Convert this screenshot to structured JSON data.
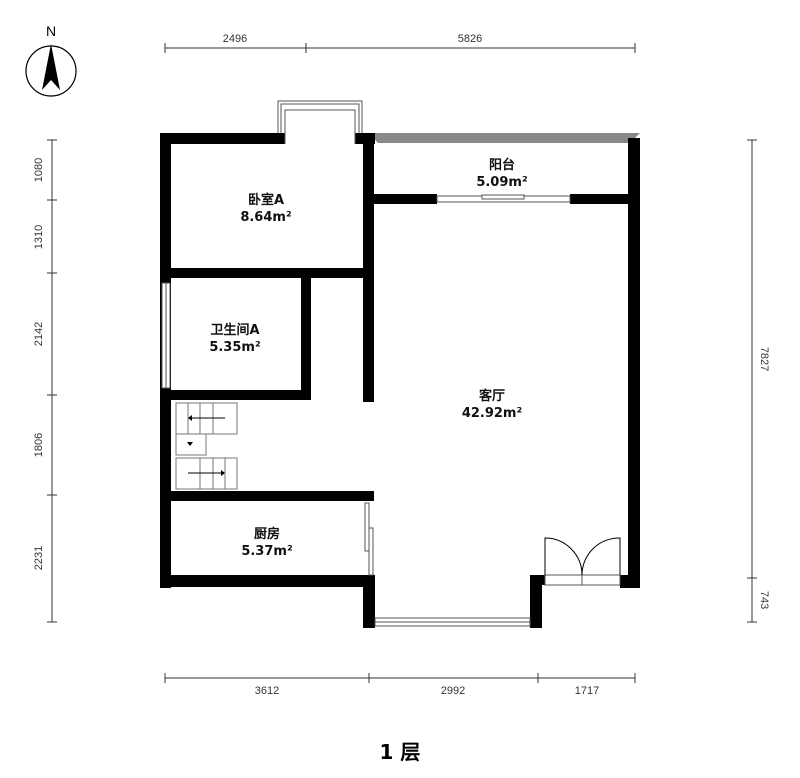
{
  "compass": {
    "label": "N"
  },
  "rooms": [
    {
      "name": "卧室A",
      "area": "8.64m²"
    },
    {
      "name": "阳台",
      "area": "5.09m²"
    },
    {
      "name": "卫生间A",
      "area": "5.35m²"
    },
    {
      "name": "客厅",
      "area": "42.92m²"
    },
    {
      "name": "厨房",
      "area": "5.37m²"
    }
  ],
  "dimensions": {
    "top": [
      "2496",
      "5826"
    ],
    "left": [
      "1080",
      "1310",
      "2142",
      "1806",
      "2231"
    ],
    "right": [
      "7827",
      "743"
    ],
    "bottom": [
      "3612",
      "2992",
      "1717"
    ]
  },
  "floor_label": "1 层"
}
